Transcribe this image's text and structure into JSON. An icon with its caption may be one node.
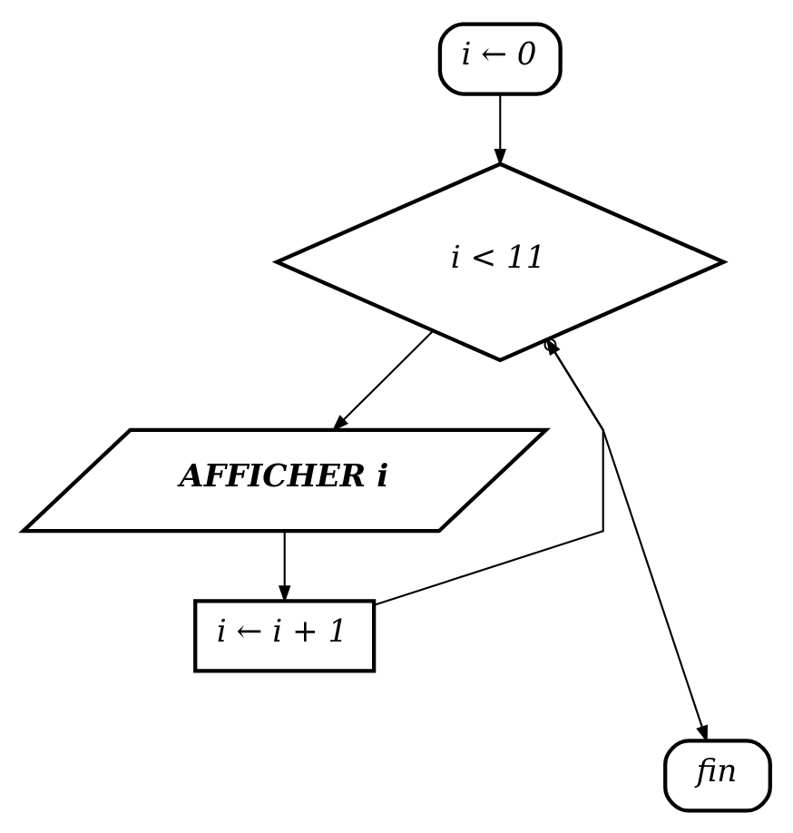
{
  "diagram": {
    "nodes": [
      {
        "text": [
          "i ← 0"
        ]
      },
      {
        "text": [
          "i < 11"
        ]
      },
      {
        "text": [
          "AFFICHER i"
        ]
      },
      {
        "text": [
          "i ← i + 1"
        ]
      },
      {
        "text": [
          "fin"
        ]
      }
    ],
    "edges": [
      {
        "from": 0,
        "to": 1,
        "arrow": "to"
      },
      {
        "from": 1,
        "to": 2,
        "arrow": "to"
      },
      {
        "from": 2,
        "to": 3,
        "arrow": "to"
      },
      {
        "from": 3,
        "to": 1,
        "arrow": "to"
      },
      {
        "from": 1,
        "to": 4,
        "arrow": "to"
      }
    ]
  }
}
